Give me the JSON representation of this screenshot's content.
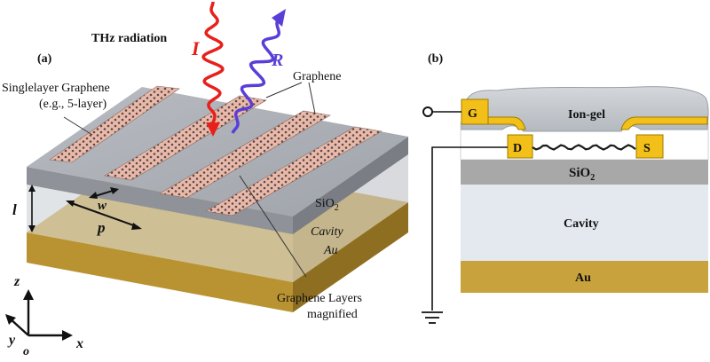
{
  "panel_a": {
    "label": "(a)",
    "thz_title": "THz radiation",
    "incident_label": "I",
    "reflected_label": "R",
    "graphene_label": "Graphene",
    "singlelayer_line1": "Singlelayer Graphene",
    "singlelayer_line2": "(e.g., 5-layer)",
    "sio2_label": "SiO",
    "sio2_sub": "2",
    "cavity_label": "Cavity",
    "au_label": "Au",
    "magnified_line1": "Graphene Layers",
    "magnified_line2": "magnified",
    "dim_l": "l",
    "dim_w": "w",
    "dim_p": "p",
    "axis_z": "z",
    "axis_x": "x",
    "axis_y": "y",
    "axis_o": "o",
    "colors": {
      "incident": "#e8201c",
      "reflected": "#5a3fd6",
      "gold": "#c8a23c",
      "ribbon": "#e8b4a4"
    }
  },
  "panel_b": {
    "label": "(b)",
    "iongel_label": "Ion-gel",
    "gate_label": "G",
    "drain_label": "D",
    "source_label": "S",
    "sio2_label": "SiO",
    "sio2_sub": "2",
    "cavity_label": "Cavity",
    "au_label": "Au",
    "colors": {
      "contact": "#f2c018",
      "sio2": "#a8a8a8",
      "cavity": "#e4e8ef",
      "au": "#c8a23c"
    }
  }
}
